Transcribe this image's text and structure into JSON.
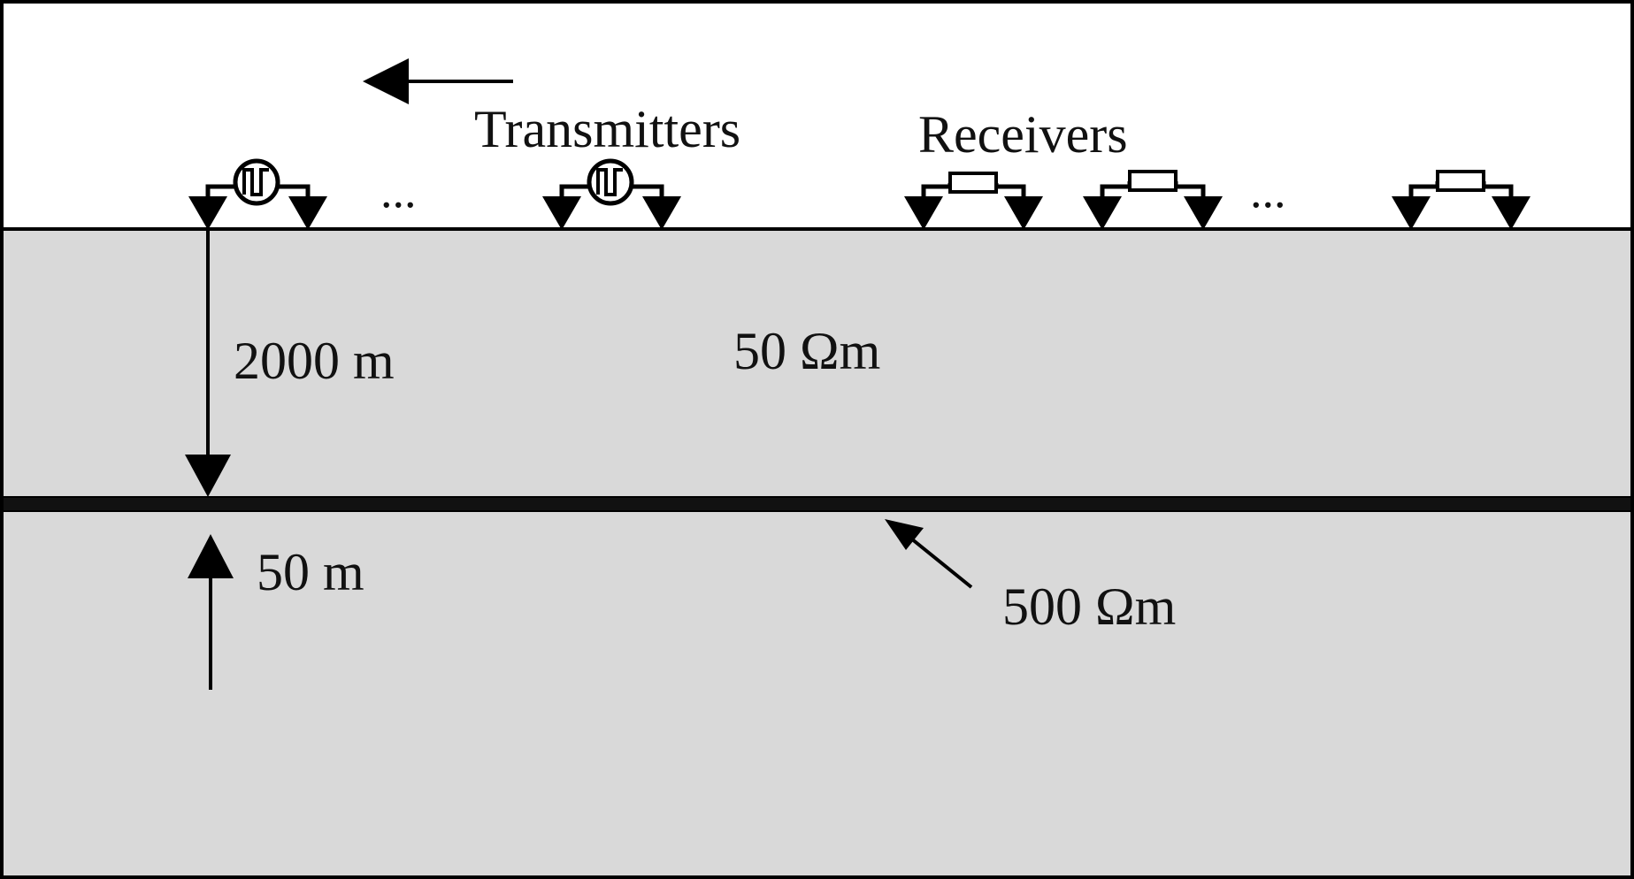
{
  "labels": {
    "transmitters": "Transmitters",
    "receivers": "Receivers",
    "ellipsis_tx": "...",
    "ellipsis_rx": "...",
    "depth": "2000 m",
    "thickness": "50 m",
    "host_resistivity": "50 Ωm",
    "layer_resistivity": "500 Ωm"
  },
  "colors": {
    "air": "#ffffff",
    "ground": "#d9d9d9",
    "ink": "#000000"
  },
  "icons": {
    "transmitter": "square-wave-source-icon",
    "receiver": "resistor-icon",
    "electrode": "electrode-triangle-icon"
  }
}
